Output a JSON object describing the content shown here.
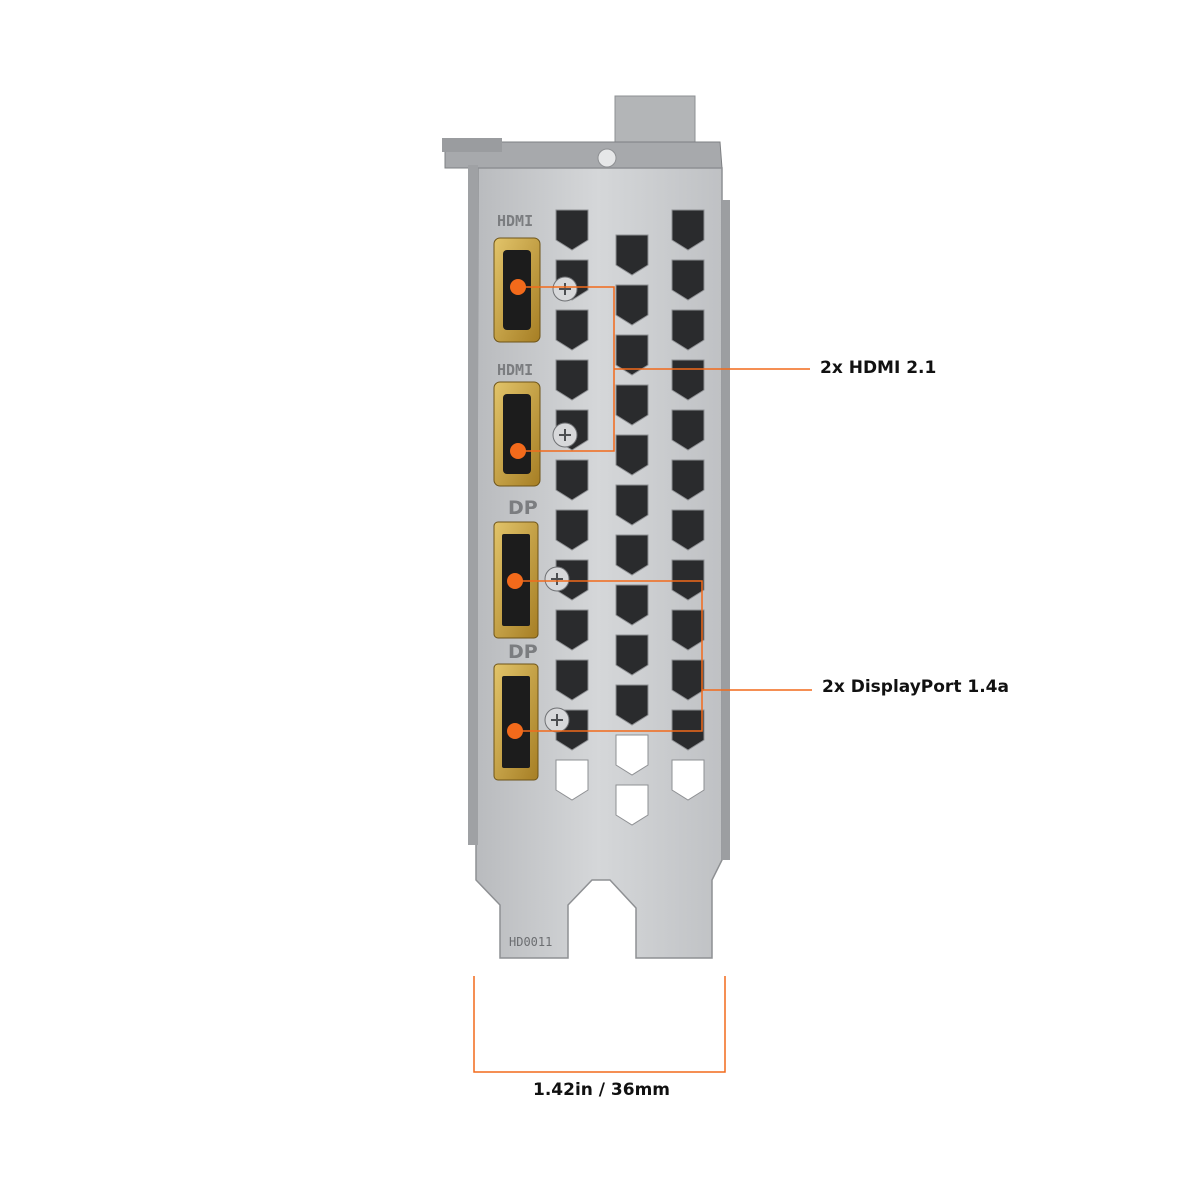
{
  "callouts": {
    "hdmi": "2x HDMI 2.1",
    "displayport": "2x DisplayPort 1.4a",
    "width": "1.42in / 36mm"
  },
  "bracket_labels": {
    "port1": "HDMI",
    "port2": "HDMI",
    "port3": "DP",
    "port4": "DP",
    "part_number": "HD0011"
  },
  "colors": {
    "accent": "#f26a1b",
    "bracket": "#c9cbcd",
    "port_gold": "#c9a23a"
  }
}
